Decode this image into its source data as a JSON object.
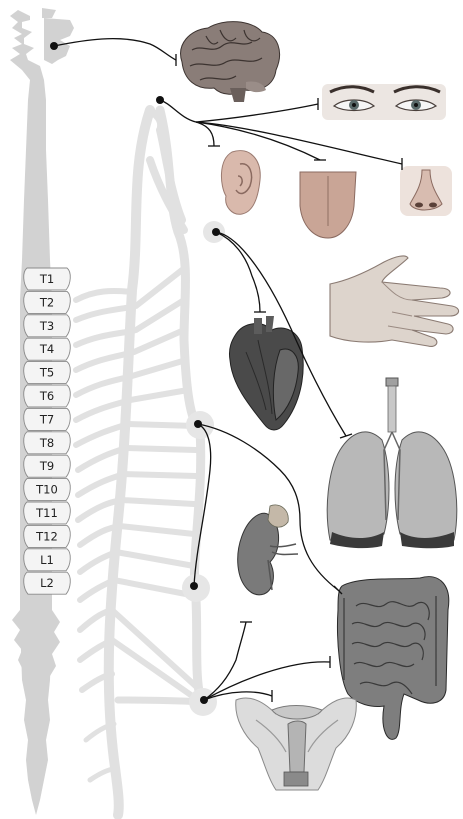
{
  "colors": {
    "spine": "#d2d2d2",
    "chain": "#e1e1e1",
    "nerve": "#111111",
    "vertebra_fill": "#f4f4f4",
    "vertebra_stroke": "#8a8a8a",
    "organ_flesh": "#cfa99a",
    "organ_dark": "#6a6a6a"
  },
  "vertebrae": [
    "T1",
    "T2",
    "T3",
    "T4",
    "T5",
    "T6",
    "T7",
    "T8",
    "T9",
    "T10",
    "T11",
    "T12",
    "L1",
    "L2"
  ],
  "organs": [
    {
      "id": "brain",
      "icon": "brain-icon"
    },
    {
      "id": "eyes",
      "icon": "eyes-icon"
    },
    {
      "id": "ear",
      "icon": "ear-icon"
    },
    {
      "id": "tongue",
      "icon": "tongue-icon"
    },
    {
      "id": "nose",
      "icon": "nose-icon"
    },
    {
      "id": "hand",
      "icon": "hand-icon"
    },
    {
      "id": "heart",
      "icon": "heart-icon"
    },
    {
      "id": "lungs",
      "icon": "lungs-icon"
    },
    {
      "id": "kidney",
      "icon": "kidney-icon"
    },
    {
      "id": "intestines",
      "icon": "intestines-icon"
    },
    {
      "id": "pelvis",
      "icon": "pelvis-icon"
    }
  ]
}
